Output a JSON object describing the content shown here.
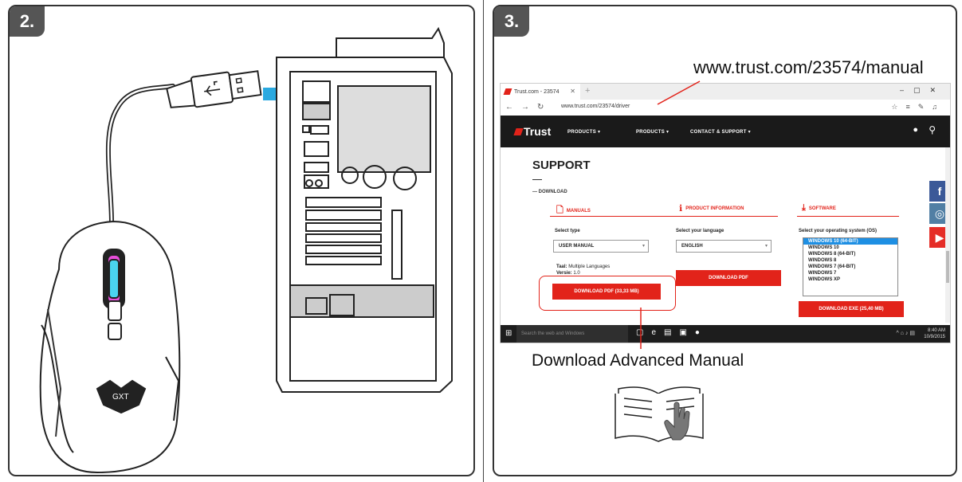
{
  "steps": {
    "left": "2.",
    "right": "3."
  },
  "callouts": {
    "url": "www.trust.com/23574/manual",
    "download": "Download Advanced Manual"
  },
  "browser": {
    "tab_title": "Trust.com - 23574",
    "address": "www.trust.com/23574/driver"
  },
  "site": {
    "logo": "Trust",
    "nav": [
      "PRODUCTS",
      "PRODUCTS",
      "CONTACT & SUPPORT"
    ],
    "title": "SUPPORT",
    "section": "DOWNLOAD",
    "columns": [
      "MANUALS",
      "PRODUCT INFORMATION",
      "SOFTWARE"
    ],
    "manuals": {
      "label": "Select type",
      "value": "USER MANUAL",
      "language_key": "Taal:",
      "language_value": "Multiple Languages",
      "version_key": "Versie:",
      "version_value": "1.0",
      "button": "DOWNLOAD PDF (33,33 MB)"
    },
    "product_info": {
      "label": "Select your language",
      "value": "ENGLISH",
      "button": "DOWNLOAD PDF"
    },
    "software": {
      "label": "Select your operating system (OS)",
      "options": [
        "WINDOWS 10 (64-BIT)",
        "WINDOWS 10",
        "WINDOWS 8 (64-BIT)",
        "WINDOWS 8",
        "WINDOWS 7 (64-BIT)",
        "WINDOWS 7",
        "WINDOWS XP"
      ],
      "selected_index": 0,
      "button": "DOWNLOAD EXE (25,40 MB)"
    }
  },
  "taskbar": {
    "search_placeholder": "Search the web and Windows",
    "time": "8:40 AM",
    "date": "10/9/2015"
  },
  "colors": {
    "brand_red": "#e2231a",
    "facebook": "#3b5998",
    "instagram": "#517fa4",
    "youtube": "#e52d27",
    "selected_blue": "#1e8fe3"
  },
  "icons": [
    "usb-icon",
    "arrow-right-icon",
    "user-icon",
    "search-icon",
    "pdf-icon",
    "info-icon",
    "download-icon",
    "facebook-icon",
    "instagram-icon",
    "youtube-icon",
    "book-icon",
    "hand-pointer-icon"
  ]
}
